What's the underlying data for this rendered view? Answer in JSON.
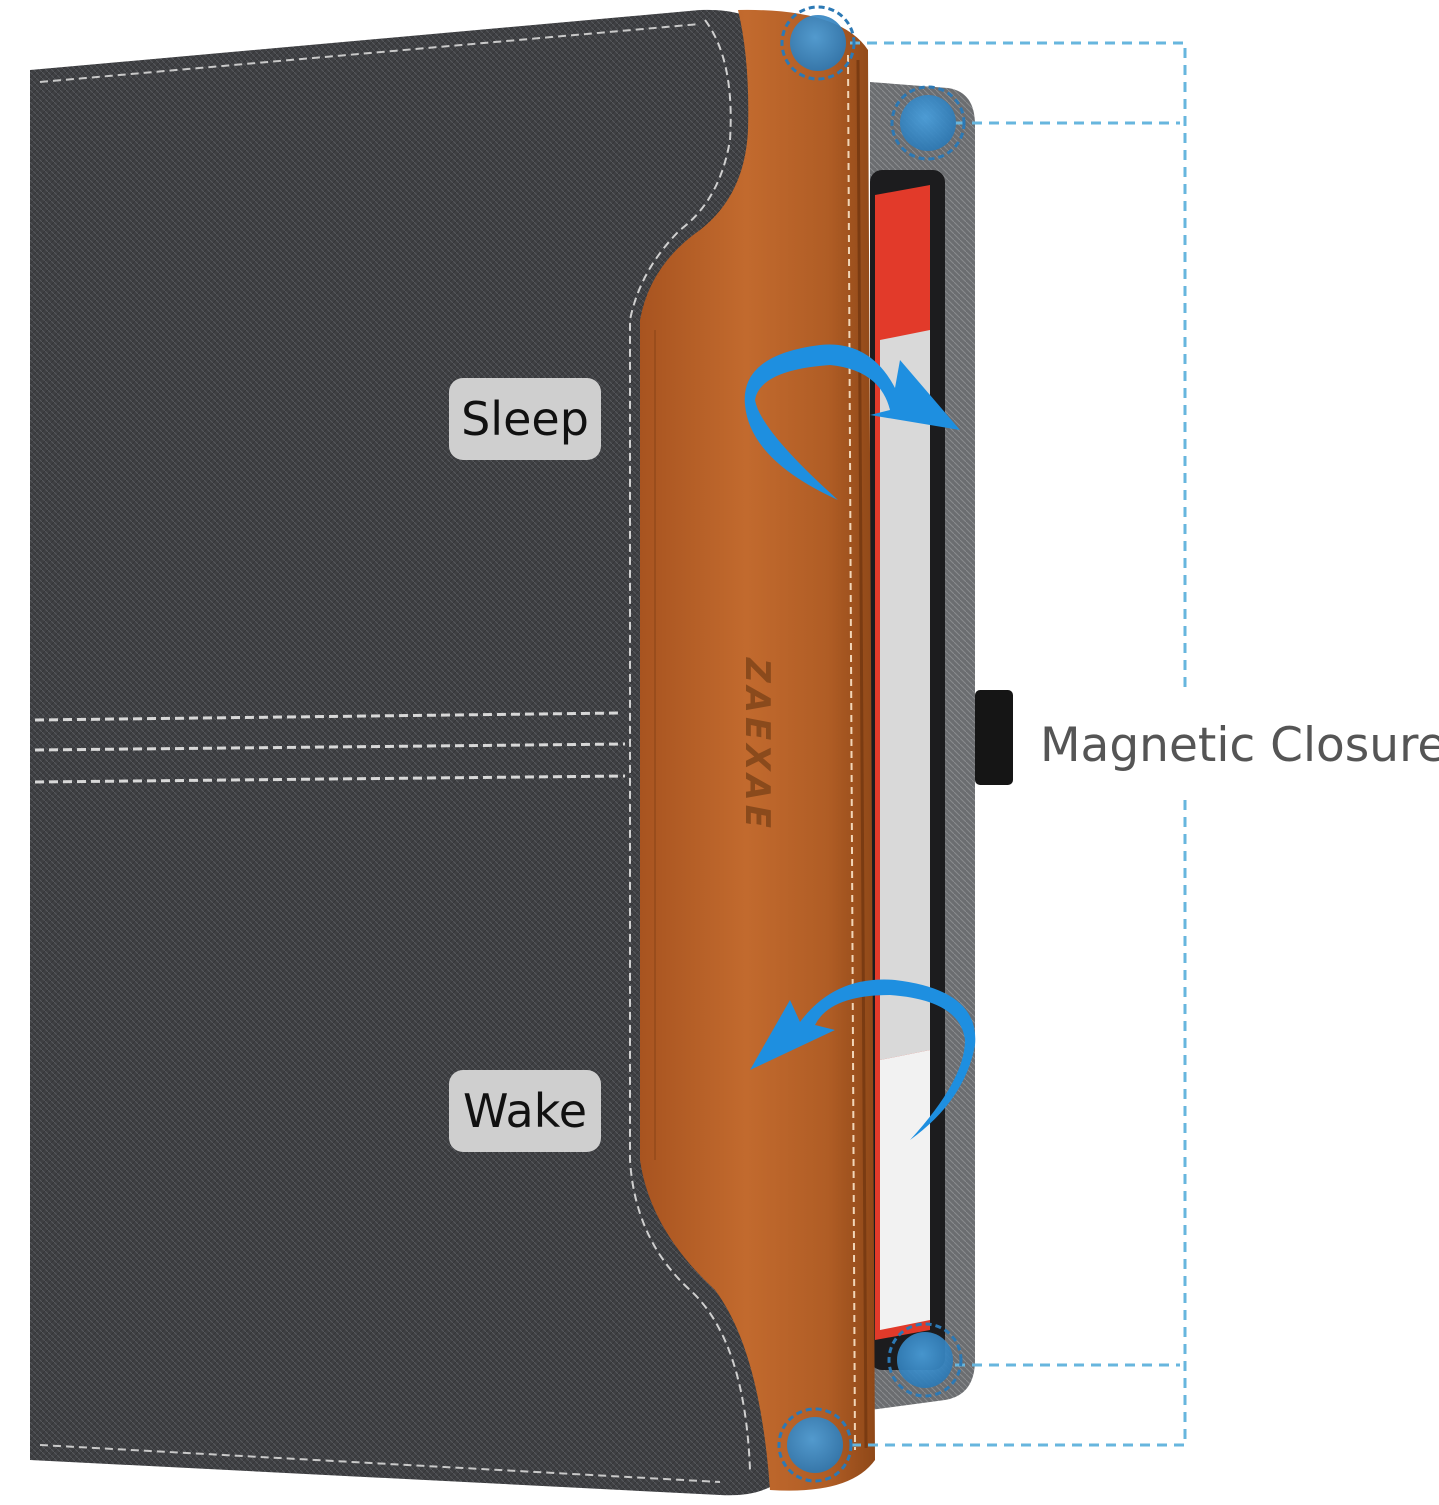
{
  "image": {
    "subject": "tablet-case-with-magnetic-closure",
    "labels": {
      "sleep": "Sleep",
      "wake": "Wake",
      "magnetic_closure": "Magnetic Closure"
    },
    "brand_logo_text": "ZAEXAE",
    "colors": {
      "fabric": "#3e3f42",
      "leather": "#b8622a",
      "magnet_blue": "#3a8fce",
      "dashed_line": "#67b6de",
      "arrow_blue": "#1e8fe0",
      "label_bg": "#cfcfcf",
      "screen_red": "#e23a2a"
    },
    "icons": [
      "curved-arrow-open-icon",
      "curved-arrow-close-icon",
      "magnet-icon"
    ]
  }
}
